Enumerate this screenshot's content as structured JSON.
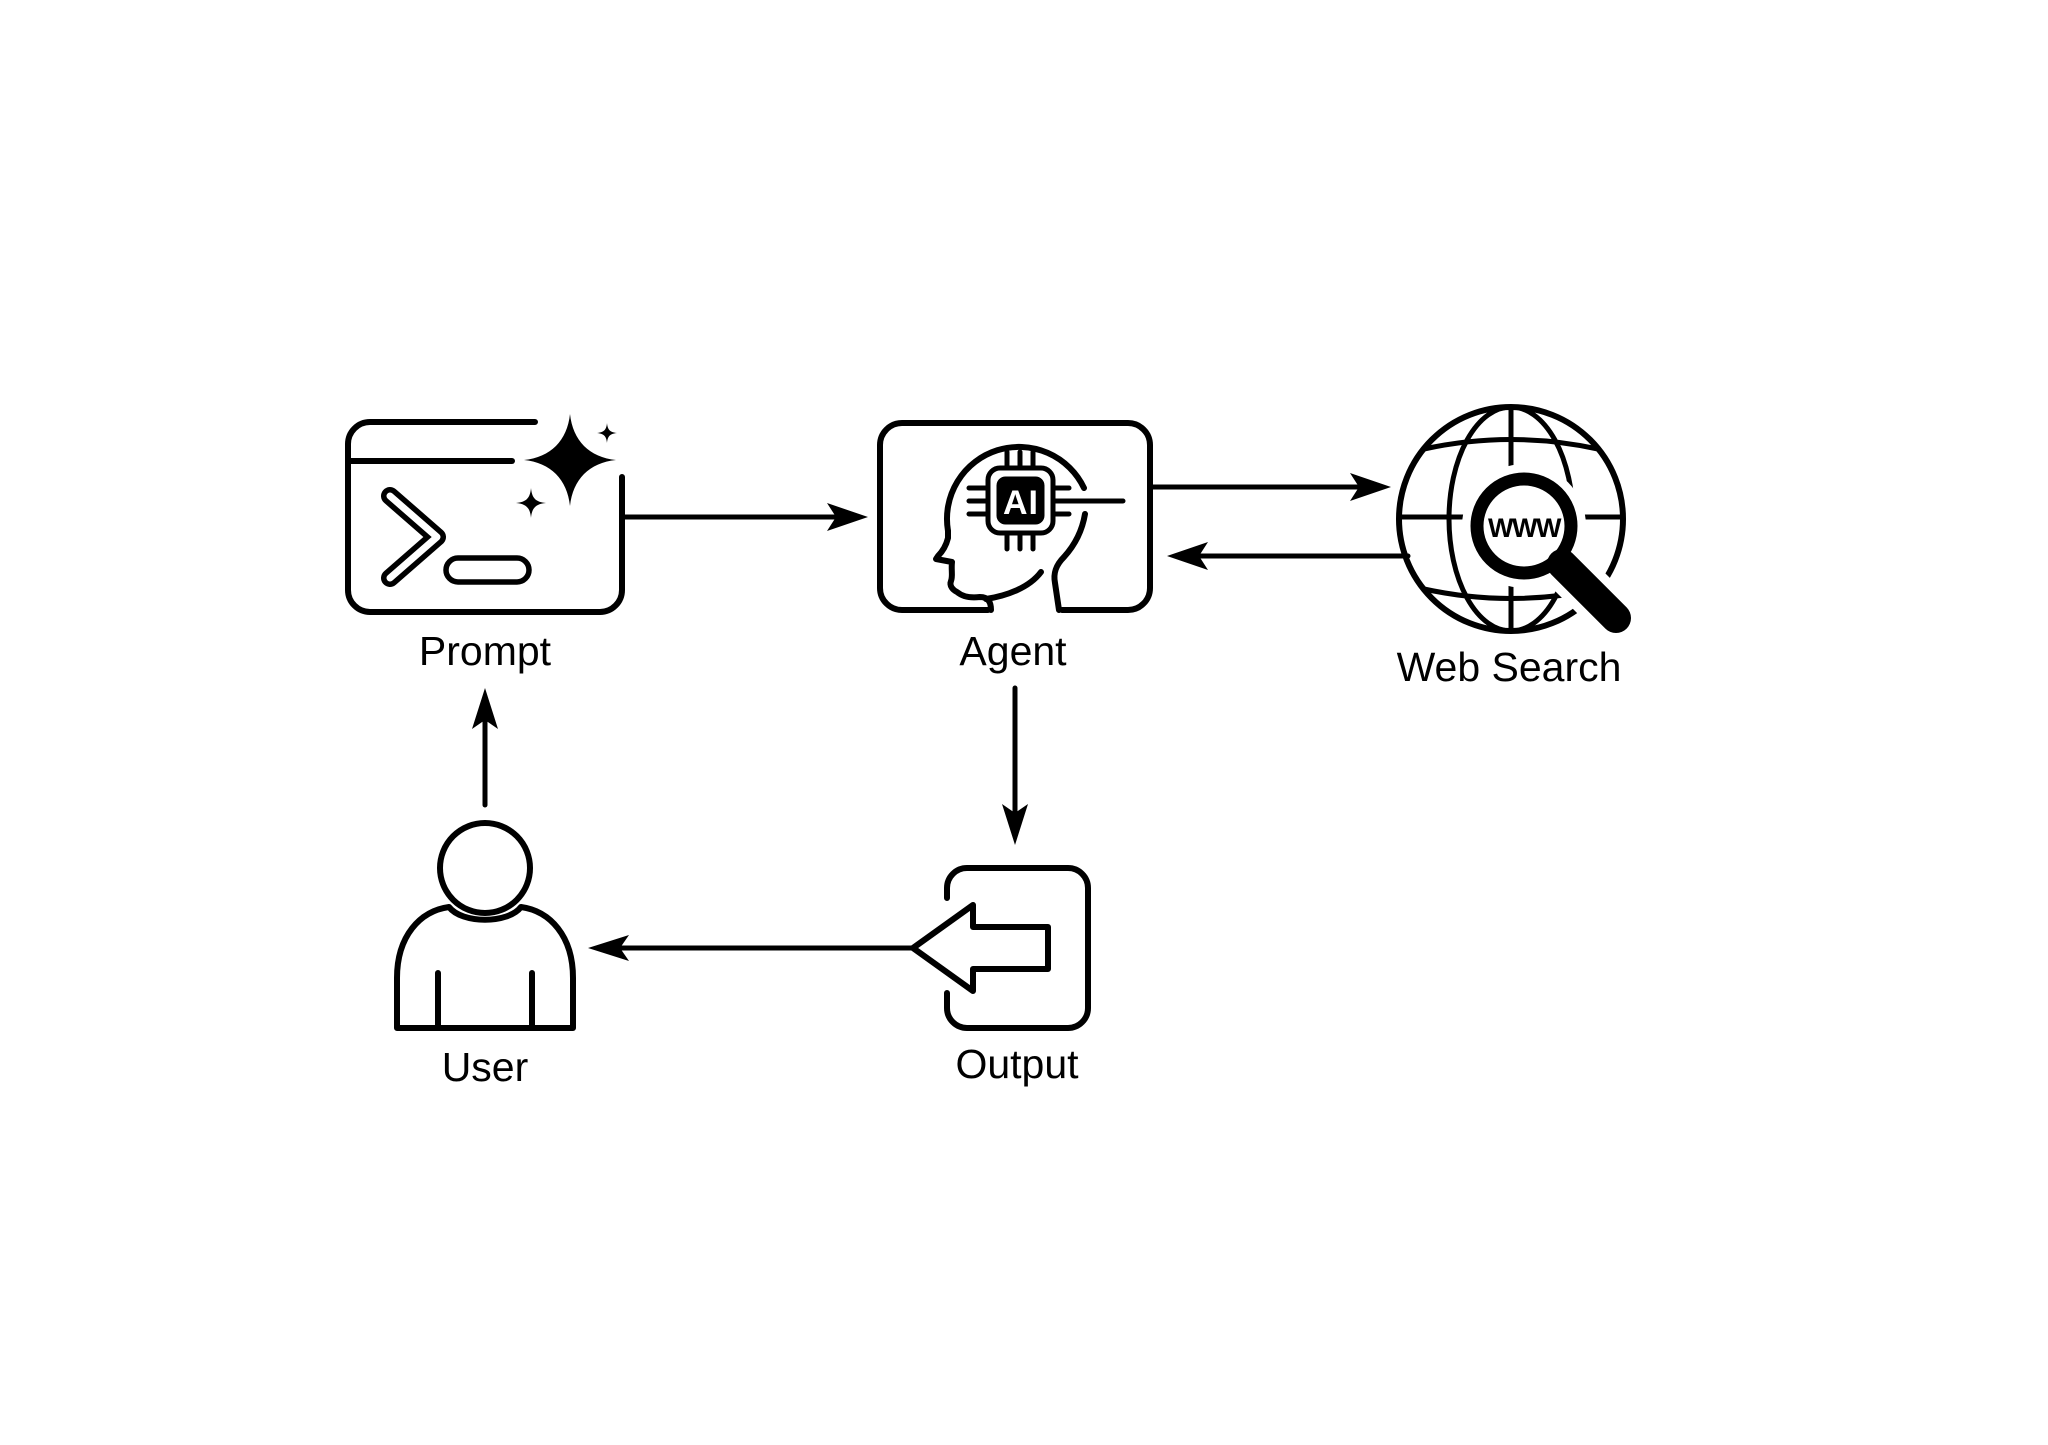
{
  "canvas": {
    "background_color": "#ffffff",
    "line_color": "#000000",
    "text_color": "#000000"
  },
  "diagram": {
    "nodes": {
      "prompt": {
        "label": "Prompt",
        "icon": "terminal-sparkle-icon"
      },
      "agent": {
        "label": "Agent",
        "icon": "head-ai-chip-icon",
        "chip_text": "AI"
      },
      "web_search": {
        "label": "Web Search",
        "icon": "globe-magnifier-icon",
        "magnifier_text": "WWW"
      },
      "output": {
        "label": "Output",
        "icon": "box-left-block-arrow-icon"
      },
      "user": {
        "label": "User",
        "icon": "person-icon"
      }
    },
    "edges": [
      {
        "from": "Prompt",
        "to": "Agent"
      },
      {
        "from": "Agent",
        "to": "Web Search"
      },
      {
        "from": "Web Search",
        "to": "Agent"
      },
      {
        "from": "Agent",
        "to": "Output"
      },
      {
        "from": "Output",
        "to": "User"
      },
      {
        "from": "User",
        "to": "Prompt"
      }
    ]
  }
}
